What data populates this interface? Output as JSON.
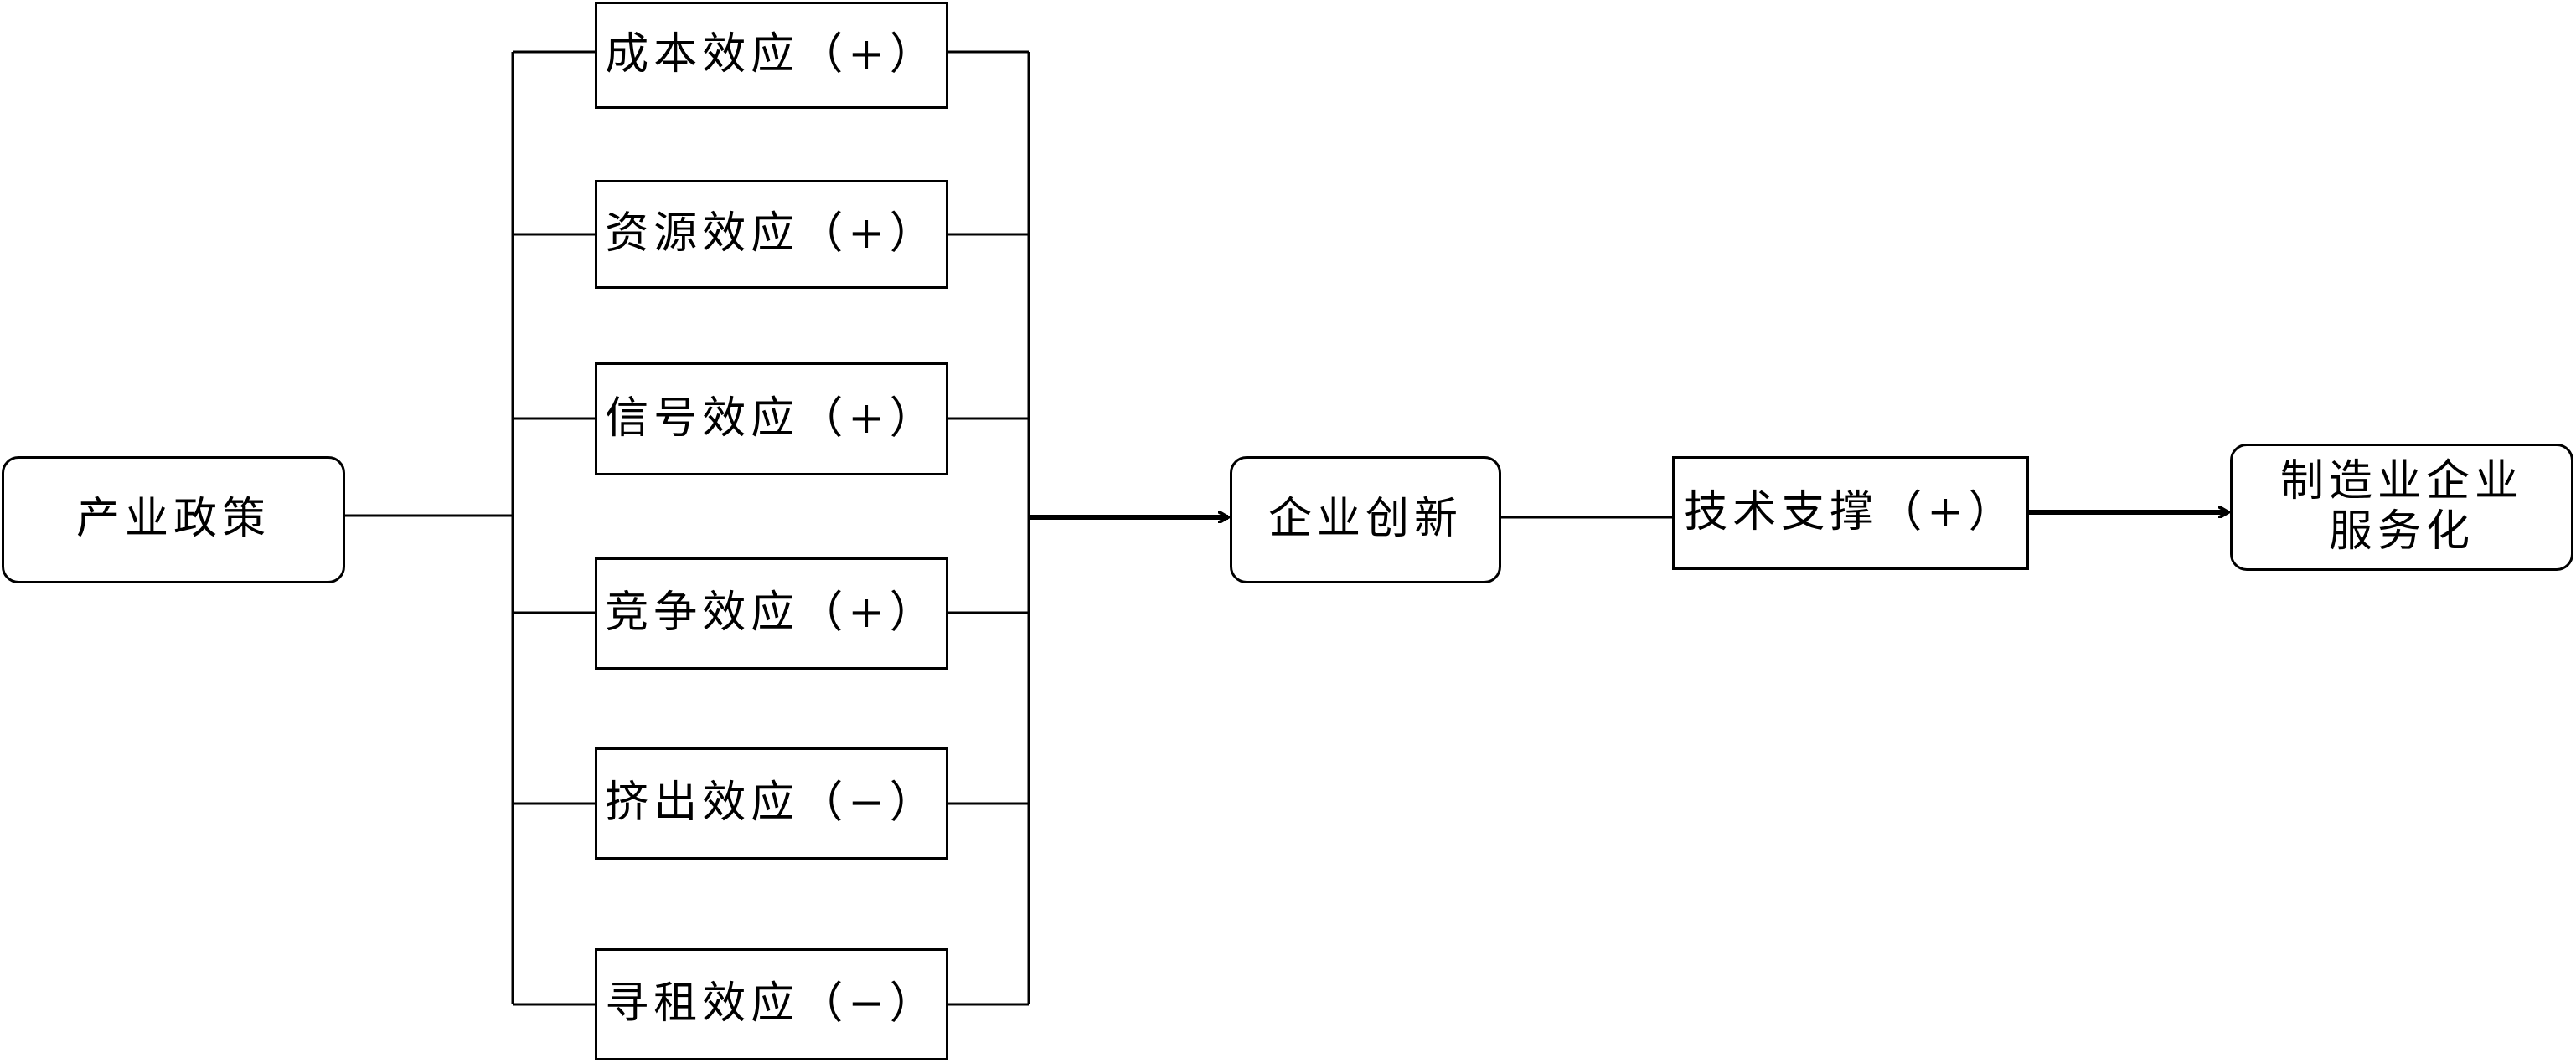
{
  "source": {
    "label": "产业政策"
  },
  "effects": [
    {
      "name": "成本效应",
      "sign": "（+）"
    },
    {
      "name": "资源效应",
      "sign": "（+）"
    },
    {
      "name": "信号效应",
      "sign": "（+）"
    },
    {
      "name": "竞争效应",
      "sign": "（+）"
    },
    {
      "name": "挤出效应",
      "sign": "（−）"
    },
    {
      "name": "寻租效应",
      "sign": "（−）"
    }
  ],
  "mediator": {
    "label": "企业创新"
  },
  "support": {
    "name": "技术支撑",
    "sign": "（+）"
  },
  "outcome": {
    "line1": "制造业企业",
    "line2": "服务化"
  },
  "colors": {
    "stroke": "#000000",
    "background": "#ffffff"
  }
}
